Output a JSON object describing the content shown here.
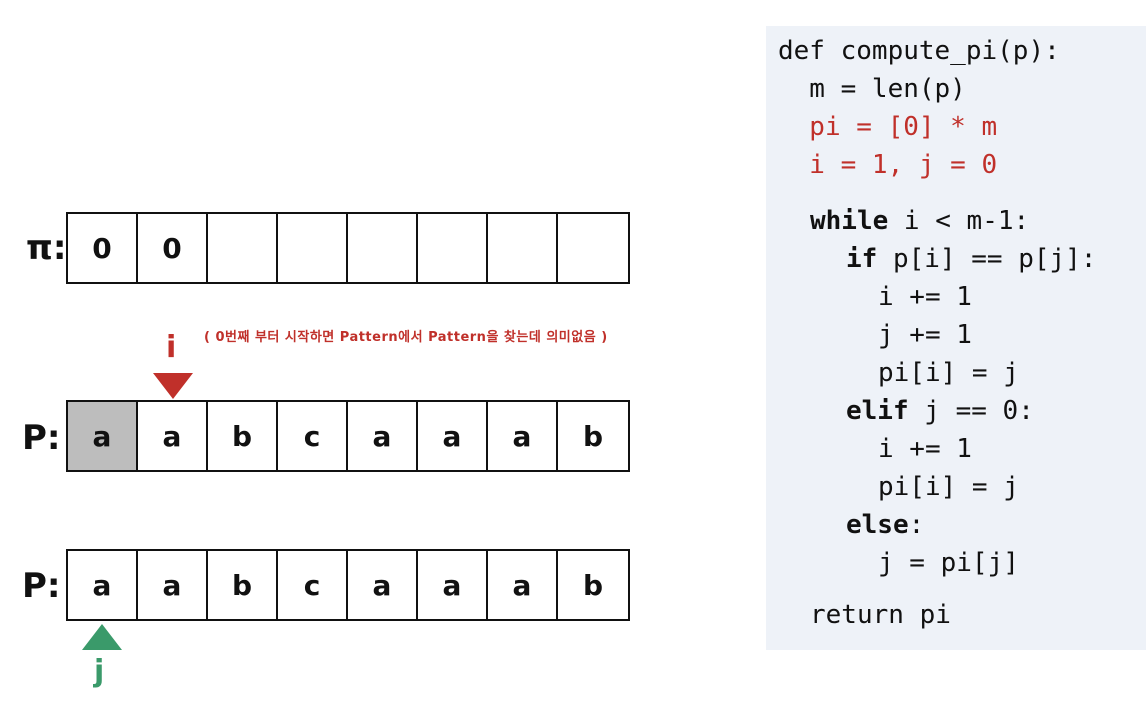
{
  "colors": {
    "red": "#c0302a",
    "green": "#3a9a6a",
    "highlight": "#bdbdbd",
    "code_bg": "#eef2f8"
  },
  "pi_row": {
    "label": "π:",
    "cells": [
      "0",
      "0",
      "",
      "",
      "",
      "",
      "",
      ""
    ]
  },
  "p_row_top": {
    "label": "P:",
    "cells": [
      "a",
      "a",
      "b",
      "c",
      "a",
      "a",
      "a",
      "b"
    ],
    "highlighted_index": 0
  },
  "p_row_bottom": {
    "label": "P:",
    "cells": [
      "a",
      "a",
      "b",
      "c",
      "a",
      "a",
      "a",
      "b"
    ]
  },
  "pointer_i": {
    "label": "i",
    "index": 1,
    "note": "( 0번째 부터 시작하면 Pattern에서 Pattern을 찾는데 의미없음 )"
  },
  "pointer_j": {
    "label": "j",
    "index": 0
  },
  "code": {
    "l1": "def compute_pi(p):",
    "l2": "  m = len(p)",
    "l3": "  pi = [0] * m",
    "l4": "  i = 1, j = 0",
    "l5_kw": "while",
    "l5_rest": " i < m-1:",
    "l6_kw": "if",
    "l6_rest": " p[i] == p[j]:",
    "l7": "i += 1",
    "l8": "j += 1",
    "l9": "pi[i] = j",
    "l10_kw": "elif",
    "l10_rest": " j == 0:",
    "l11": "i += 1",
    "l12": "pi[i] = j",
    "l13_kw": "else",
    "l13_rest": ":",
    "l14": "j = pi[j]",
    "l15": "return pi"
  }
}
